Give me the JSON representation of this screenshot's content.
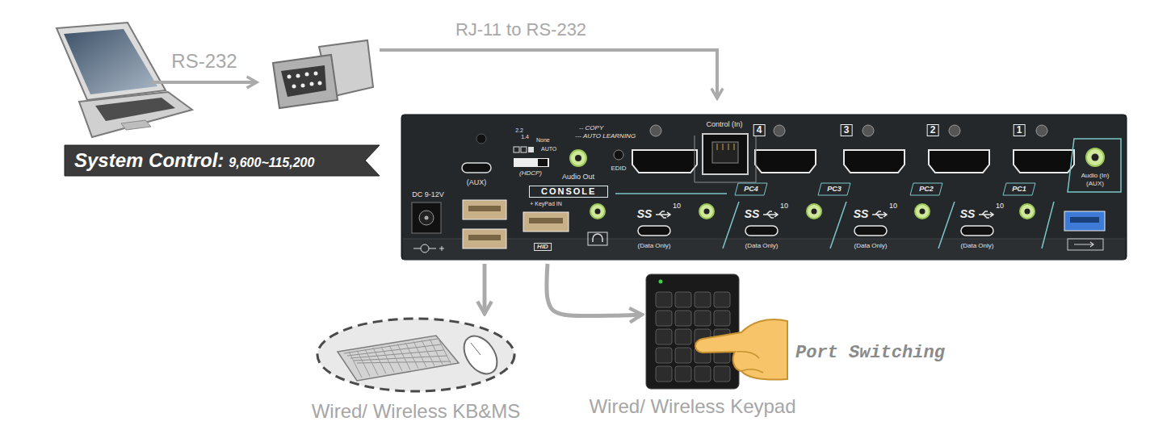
{
  "diagram": {
    "nodes": [
      {
        "text": [
          "System Control:",
          "9,600~115,200"
        ]
      },
      {
        "text": [
          "CONSOLE"
        ]
      },
      {
        "text": [
          "Wired/ Wireless KB&MS"
        ]
      },
      {
        "text": [
          "Wired/ Wireless Keypad"
        ]
      }
    ],
    "edges": [
      {
        "from": 1,
        "to": 2,
        "arrow": "to"
      },
      {
        "from": 1,
        "to": 3,
        "arrow": "to"
      }
    ],
    "labels": [
      "RS-232",
      "RJ-11 to RS-232",
      "(AUX)",
      "2.2",
      "1.4",
      "None",
      "AUTO",
      "(HDCP)",
      "-- COPY",
      "--- AUTO LEARNING",
      "Audio Out",
      "EDID",
      "Control (In)",
      "4",
      "3",
      "2",
      "1",
      "PC4",
      "PC3",
      "PC2",
      "PC1",
      "Audio (In)",
      "(AUX)",
      "DC 9-12V",
      "+ KeyPad IN",
      "HID",
      "SS",
      "10",
      "(Data Only)",
      "SS",
      "10",
      "(Data Only)",
      "SS",
      "10",
      "(Data Only)",
      "SS",
      "10",
      "(Data Only)",
      "Port Switching"
    ]
  }
}
